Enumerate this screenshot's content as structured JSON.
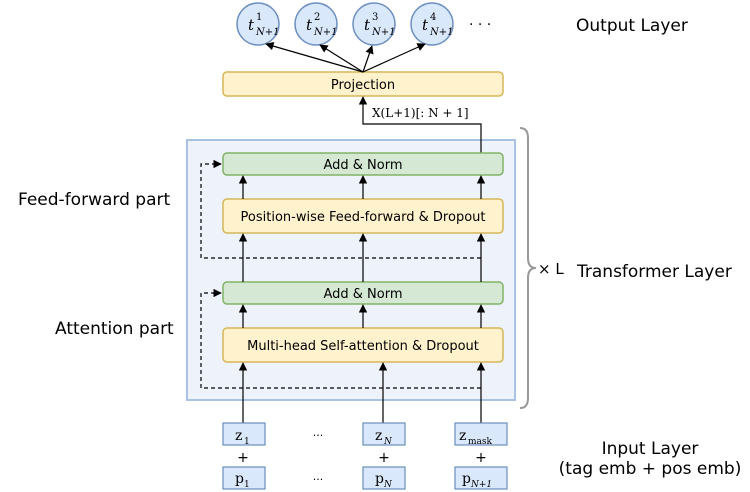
{
  "labels": {
    "output_layer": "Output Layer",
    "feed_forward_part": "Feed-forward part",
    "attention_part": "Attention part",
    "times_l": "× L",
    "transformer_layer": "Transformer Layer",
    "input_layer": "Input Layer",
    "input_layer_sub": "(tag emb + pos emb)",
    "projection": "Projection",
    "slice_label": "X(L+1)[: N + 1]",
    "add_norm_top": "Add & Norm",
    "feed_forward": "Position-wise Feed-forward & Dropout",
    "add_norm_bottom": "Add & Norm",
    "self_attention": "Multi-head Self-attention & Dropout",
    "ellipsis_output": "· · ·",
    "ellipsis_z": "···",
    "ellipsis_p": "···",
    "plus": "+"
  },
  "outputs": [
    {
      "sup": "1",
      "sub": "N+1"
    },
    {
      "sup": "2",
      "sub": "N+1"
    },
    {
      "sup": "3",
      "sub": "N+1"
    },
    {
      "sup": "4",
      "sub": "N+1"
    }
  ],
  "inputs_z": [
    {
      "base": "z",
      "sub": "1"
    },
    {
      "base": "z",
      "sub": "N"
    },
    {
      "base": "z",
      "sub": "mask"
    }
  ],
  "inputs_p": [
    {
      "base": "p",
      "sub": "1"
    },
    {
      "base": "p",
      "sub": "N"
    },
    {
      "base": "p",
      "sub": "N+1"
    }
  ],
  "colors": {
    "circle_fill": "#dae8fc",
    "circle_stroke": "#6c8ebf",
    "yellow_fill": "#fff2cc",
    "yellow_stroke": "#d6b656",
    "green_fill": "#d5e8d4",
    "green_stroke": "#82b366",
    "block_fill": "#eef3fb",
    "block_stroke": "#a9c2e3",
    "input_fill": "#dae8fc",
    "input_stroke": "#6c8ebf"
  }
}
